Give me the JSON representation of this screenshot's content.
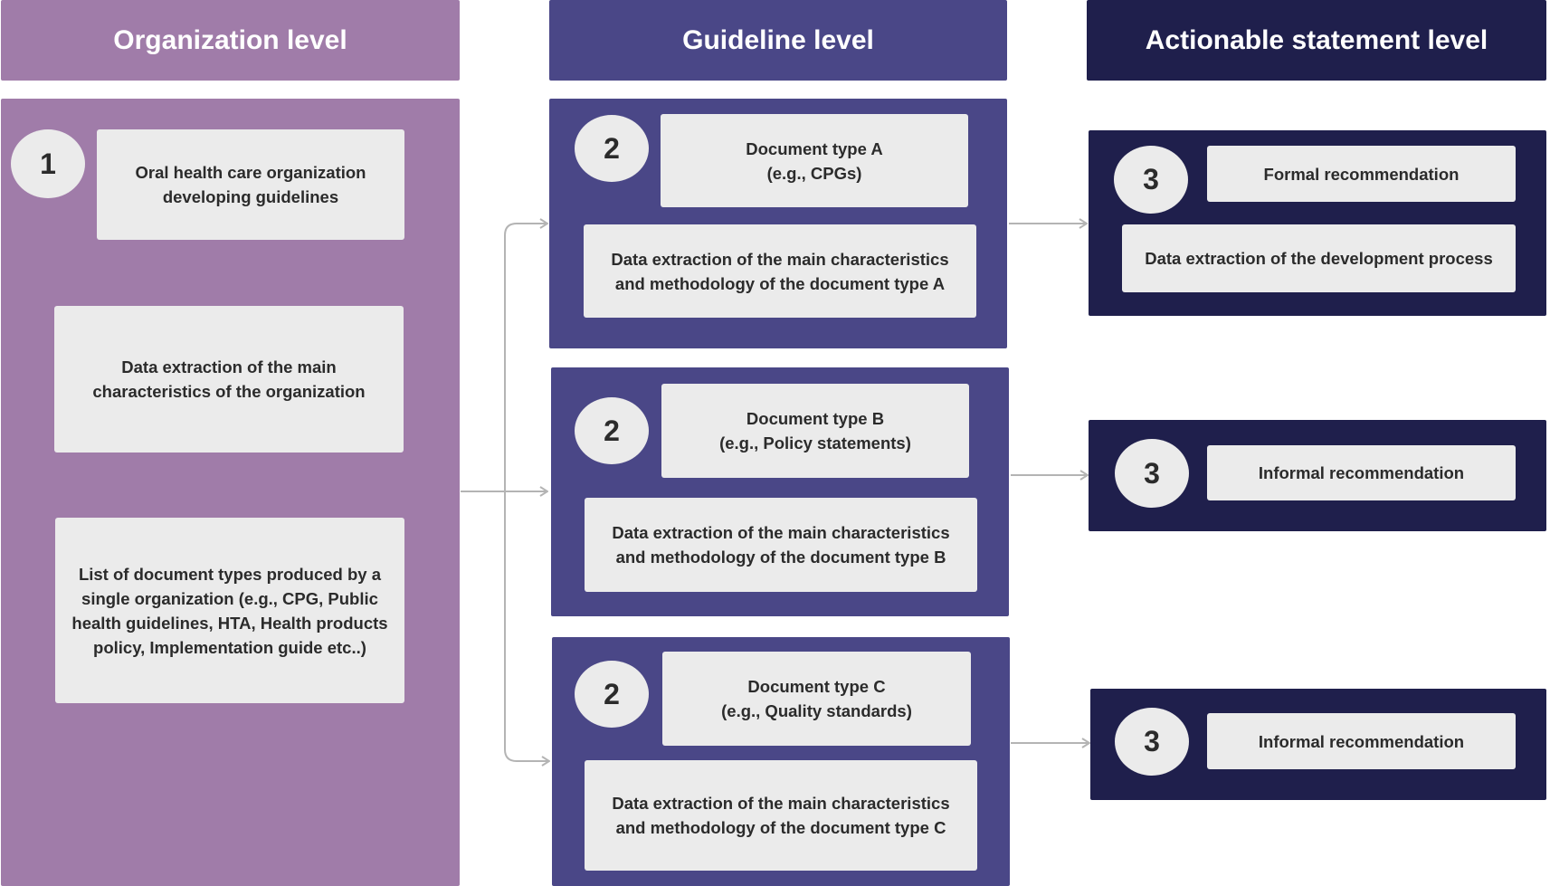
{
  "colors": {
    "organization": "#a07ca9",
    "guideline": "#4a4787",
    "actionable": "#1f1f4c",
    "box": "#ebebeb",
    "connector": "#b4b4b4"
  },
  "headers": {
    "organization": "Organization level",
    "guideline": "Guideline level",
    "actionable": "Actionable statement level"
  },
  "organization": {
    "step": "1",
    "name": "Oral health care organization\ndeveloping guidelines",
    "extraction": "Data extraction of the main\ncharacteristics of the organization",
    "document_list": "List of document types produced by a\nsingle organization (e.g., CPG, Public\nhealth guidelines, HTA, Health products\npolicy, Implementation guide etc..)"
  },
  "guidelines": [
    {
      "step": "2",
      "doc_type": "Document type A\n(e.g., CPGs)",
      "extraction": "Data extraction of the main characteristics\nand methodology of the document type A"
    },
    {
      "step": "2",
      "doc_type": "Document type B\n(e.g., Policy statements)",
      "extraction": "Data extraction of the main characteristics\nand methodology of the document type B"
    },
    {
      "step": "2",
      "doc_type": "Document type C\n(e.g., Quality standards)",
      "extraction": "Data extraction of the main characteristics\nand methodology of the document type C"
    }
  ],
  "actionables": [
    {
      "step": "3",
      "recommendation": "Formal recommendation",
      "extraction": "Data extraction of the development process"
    },
    {
      "step": "3",
      "recommendation": "Informal recommendation"
    },
    {
      "step": "3",
      "recommendation": "Informal recommendation"
    }
  ]
}
